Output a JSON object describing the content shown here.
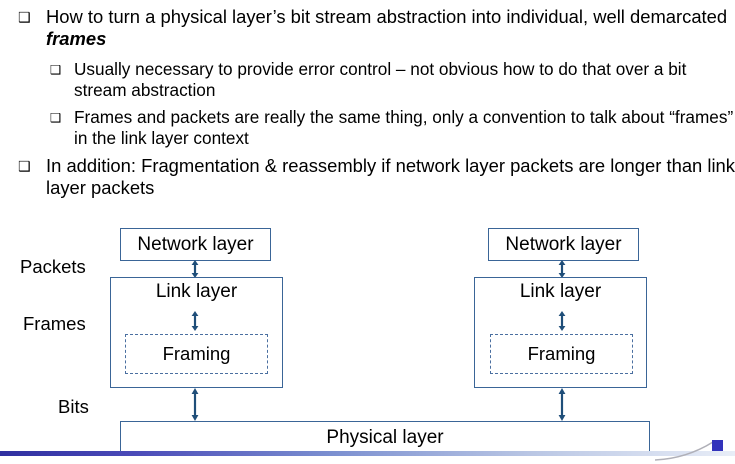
{
  "slide": {
    "bullet_glyph": "❑",
    "bullets": [
      {
        "level": 1,
        "text_before": "How to turn a physical layer’s bit stream abstraction into individual, well demarcated ",
        "emphasis": "frames",
        "text_after": ""
      },
      {
        "level": 2,
        "text_before": "Usually necessary to provide error control – not obvious how to do that over a bit stream abstraction",
        "emphasis": "",
        "text_after": ""
      },
      {
        "level": 2,
        "text_before": "Frames and packets are really the same thing, only a convention to talk about “frames” in the link layer context",
        "emphasis": "",
        "text_after": ""
      },
      {
        "level": 1,
        "text_before": "In addition: Fragmentation & reassembly if network layer packets are longer than link layer packets",
        "emphasis": "",
        "text_after": ""
      }
    ]
  },
  "diagram": {
    "side_labels": {
      "packets": "Packets",
      "frames": "Frames",
      "bits": "Bits"
    },
    "left_stack": {
      "network_layer": "Network layer",
      "link_layer": "Link  layer",
      "framing": "Framing"
    },
    "right_stack": {
      "network_layer": "Network layer",
      "link_layer": "Link  layer",
      "framing": "Framing"
    },
    "physical_layer": "Physical layer"
  },
  "colors": {
    "box_border": "#3a6597",
    "dashed_border": "#4a6fa0",
    "arrow": "#1f4e79",
    "accent_square": "#3333bb",
    "bar_gradient_start": "#2f2fa0",
    "bar_gradient_end": "#e8edf7"
  }
}
